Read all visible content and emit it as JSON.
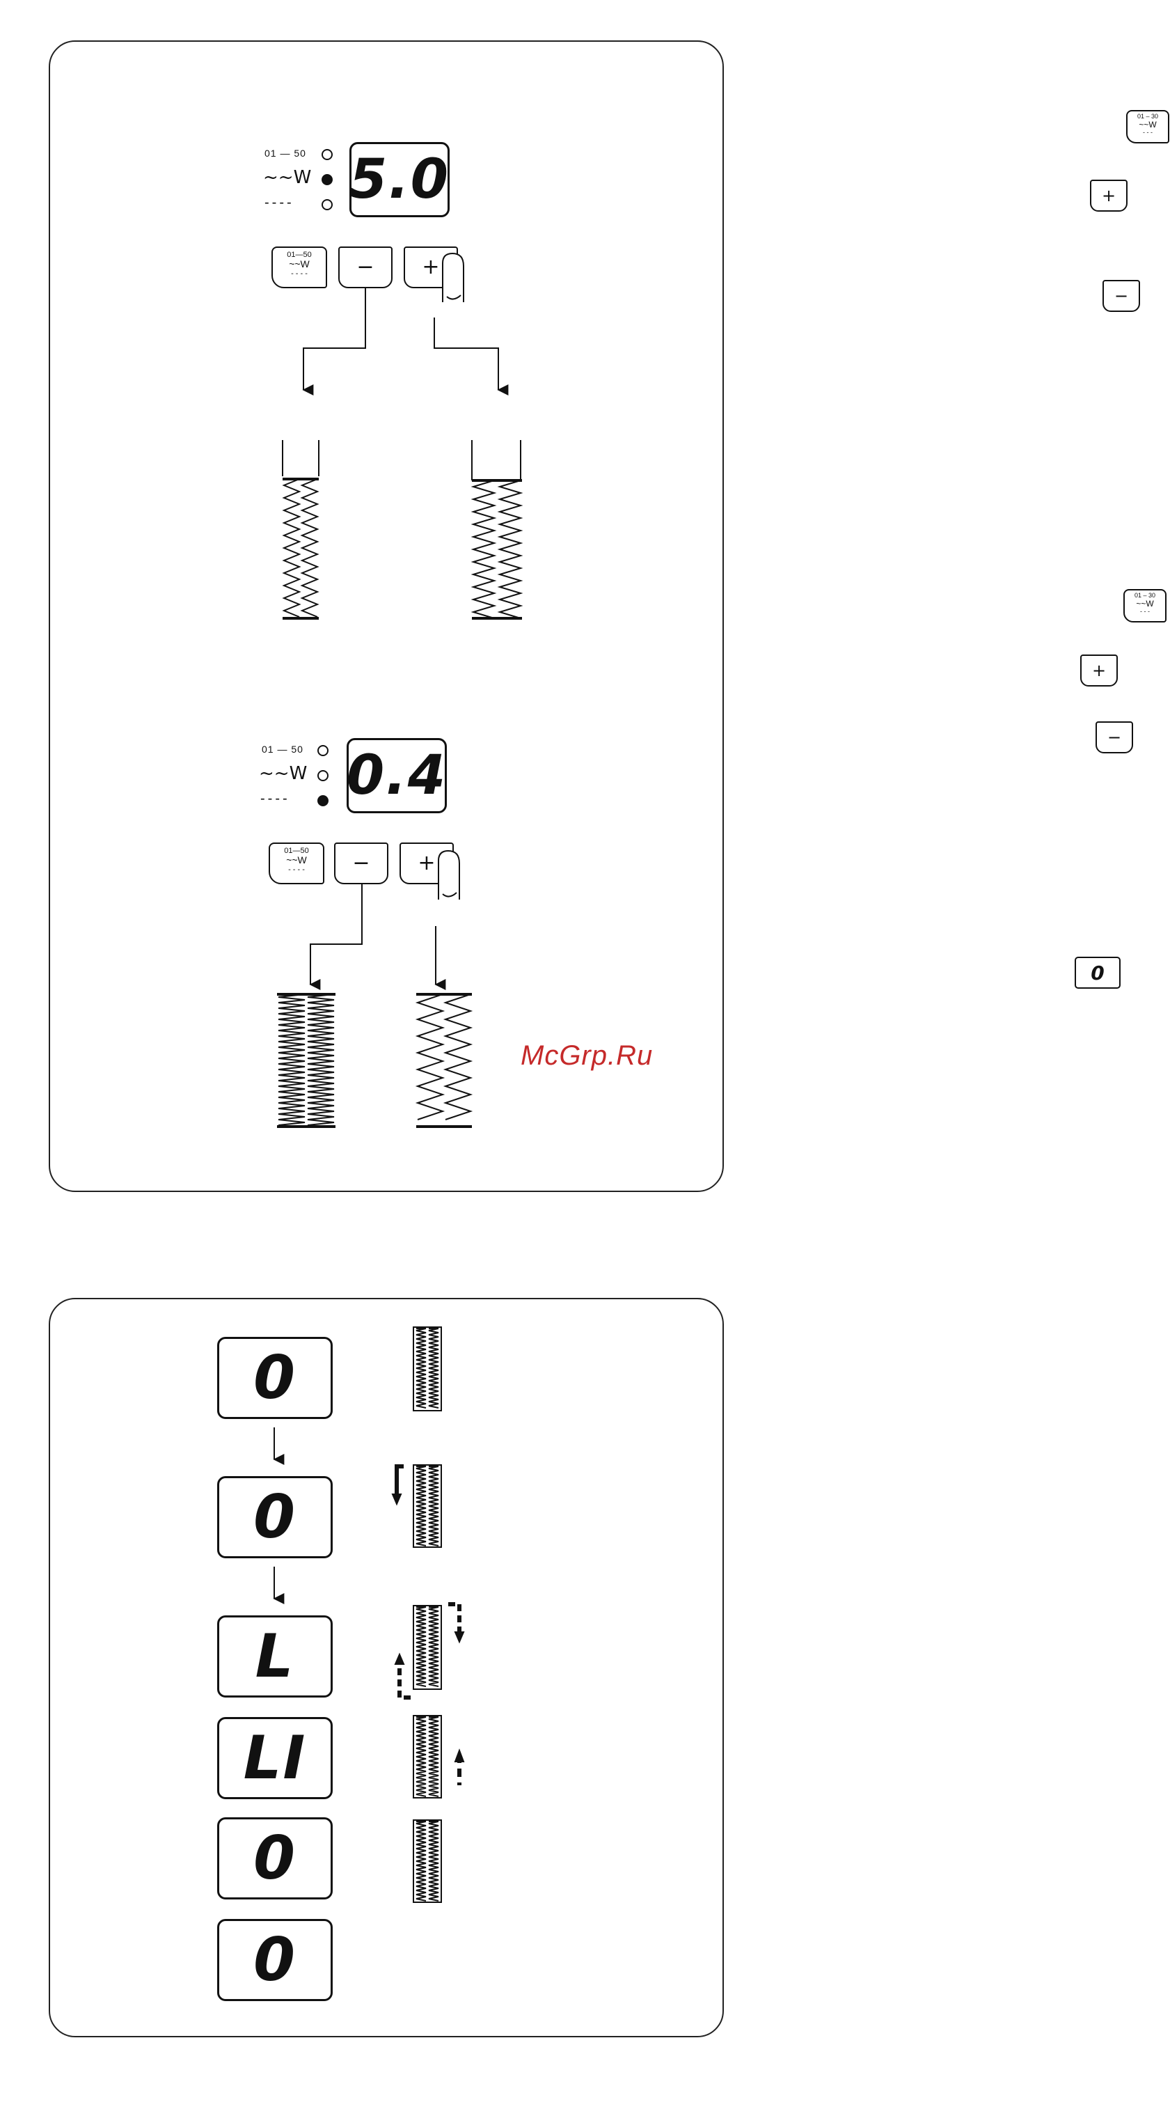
{
  "panel_top": {
    "step1": {
      "range_label": "01 — 50",
      "wave_symbol": "~~W",
      "dash_symbol": "----",
      "active_led": 2,
      "display_value": "5.0",
      "mode_label": "01—50",
      "minus_label": "−",
      "plus_label": "+"
    },
    "step2": {
      "range_label": "01 — 50",
      "wave_symbol": "~~W",
      "dash_symbol": "----",
      "active_led": 3,
      "display_value": "0.4",
      "mode_label": "01—50",
      "minus_label": "−",
      "plus_label": "+"
    }
  },
  "watermark": "McGrp.Ru",
  "panel_bottom": {
    "displays": [
      "0",
      "0",
      "L",
      "LI",
      "0",
      "0"
    ]
  },
  "side": {
    "mode_label_1": "01 – 30",
    "plus_label_1": "+",
    "minus_label_1": "−",
    "mode_label_2": "01 – 30",
    "plus_label_2": "+",
    "minus_label_2": "−",
    "display_value": "0"
  }
}
